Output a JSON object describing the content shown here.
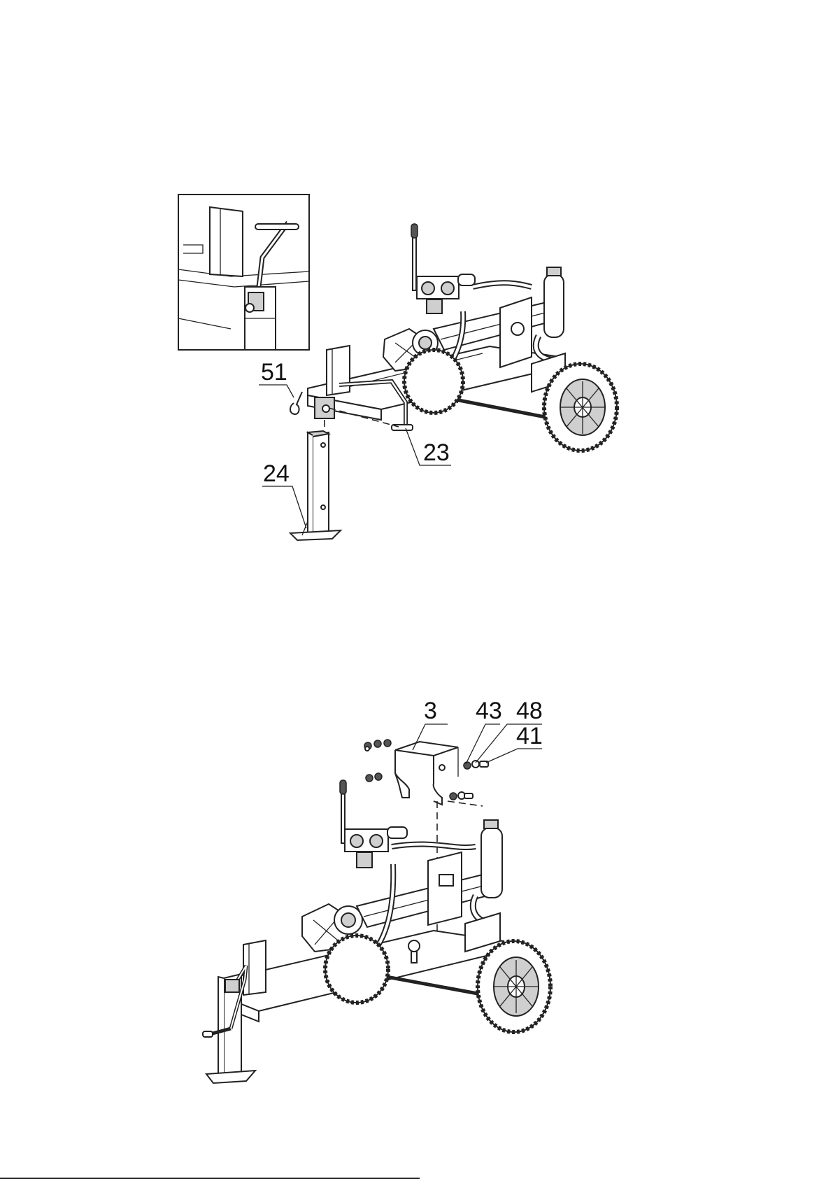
{
  "figure1": {
    "labels": {
      "part_51": "51",
      "part_23": "23",
      "part_24": "24"
    }
  },
  "figure2": {
    "labels": {
      "part_3": "3",
      "part_43": "43",
      "part_48": "48",
      "part_41": "41"
    }
  },
  "colors": {
    "line": "#222222",
    "background": "#ffffff"
  }
}
